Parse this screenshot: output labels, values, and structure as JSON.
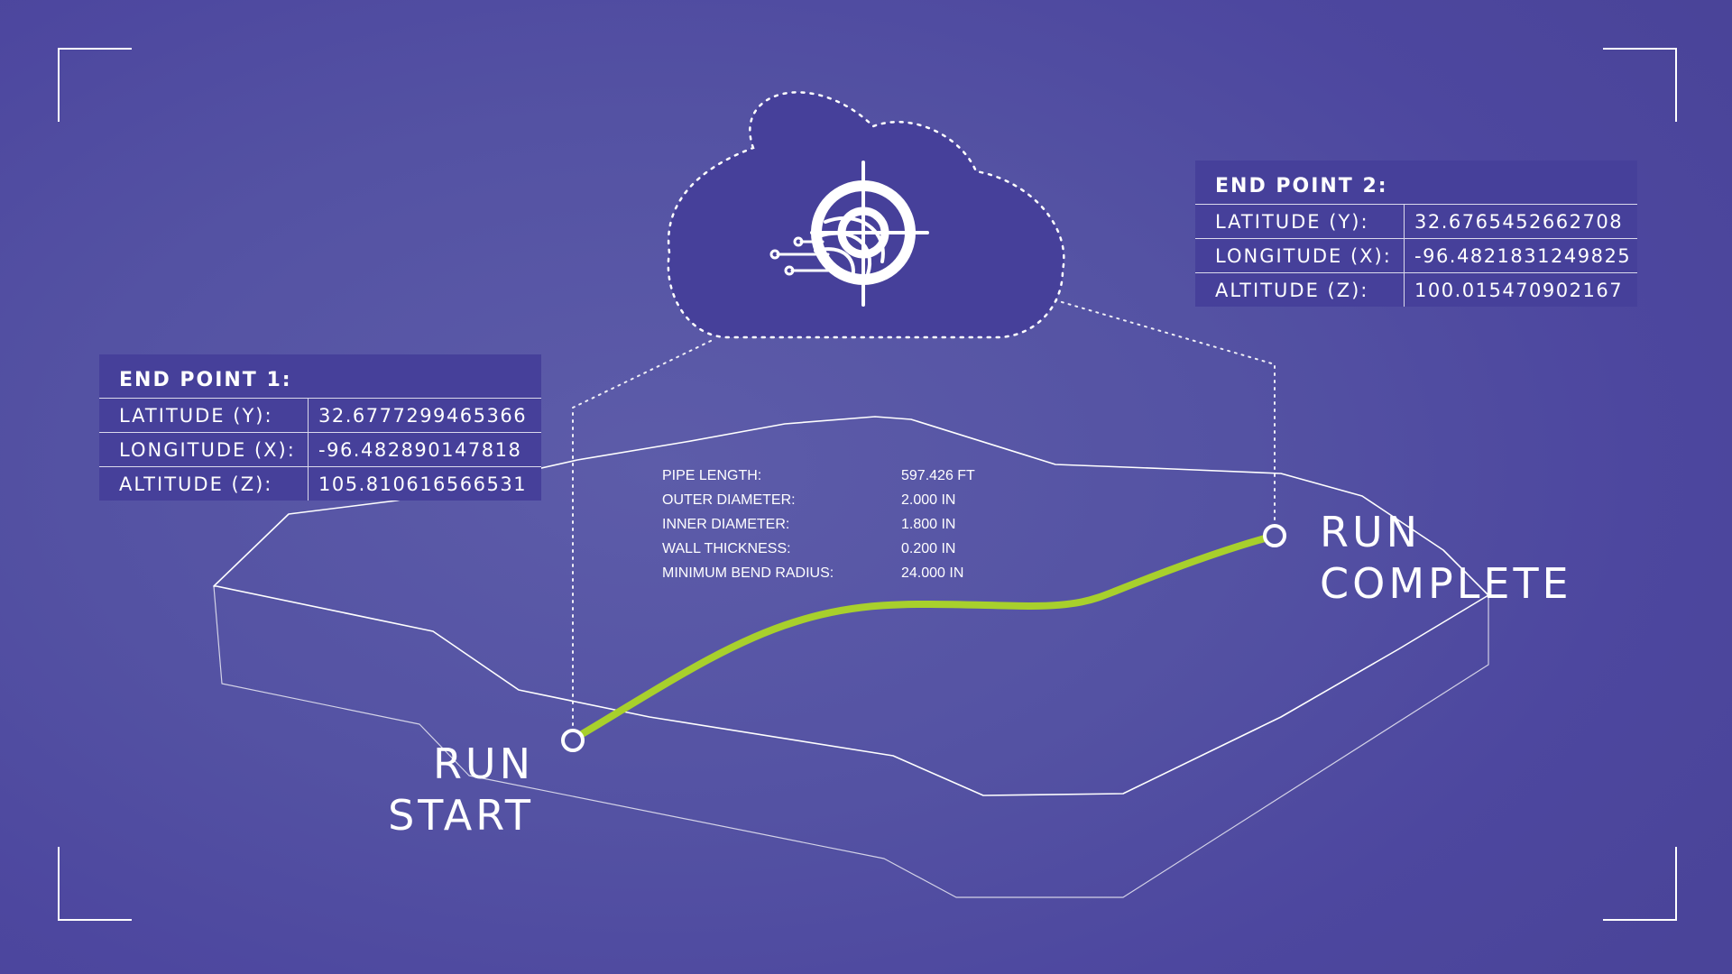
{
  "end_point_1": {
    "title": "END POINT 1:",
    "rows": [
      {
        "label": "LATITUDE (Y):",
        "value": "32.6777299465366"
      },
      {
        "label": "LONGITUDE (X):",
        "value": "-96.482890147818"
      },
      {
        "label": "ALTITUDE (Z):",
        "value": "105.810616566531"
      }
    ]
  },
  "end_point_2": {
    "title": "END POINT 2:",
    "rows": [
      {
        "label": "LATITUDE (Y):",
        "value": "32.6765452662708"
      },
      {
        "label": "LONGITUDE (X):",
        "value": "-96.4821831249825"
      },
      {
        "label": "ALTITUDE (Z):",
        "value": "100.015470902167"
      }
    ]
  },
  "pipe_specs": [
    {
      "label": "PIPE LENGTH:",
      "value": "597.426 FT"
    },
    {
      "label": "OUTER DIAMETER:",
      "value": "2.000 IN"
    },
    {
      "label": "INNER DIAMETER:",
      "value": "1.800 IN"
    },
    {
      "label": "WALL THICKNESS:",
      "value": "0.200 IN"
    },
    {
      "label": "MINIMUM BEND RADIUS:",
      "value": "24.000 IN"
    }
  ],
  "run_start": {
    "line1": "RUN",
    "line2": "START"
  },
  "run_complete": {
    "line1": "RUN",
    "line2": "COMPLETE"
  },
  "icons": {
    "cloud": "cloud-outline-icon",
    "logo": "target-crosshair-logo-icon"
  },
  "colors": {
    "background": "#5452a3",
    "table_background": "#46409a",
    "pipe_path": "#a8d02c",
    "line": "#ffffff"
  }
}
